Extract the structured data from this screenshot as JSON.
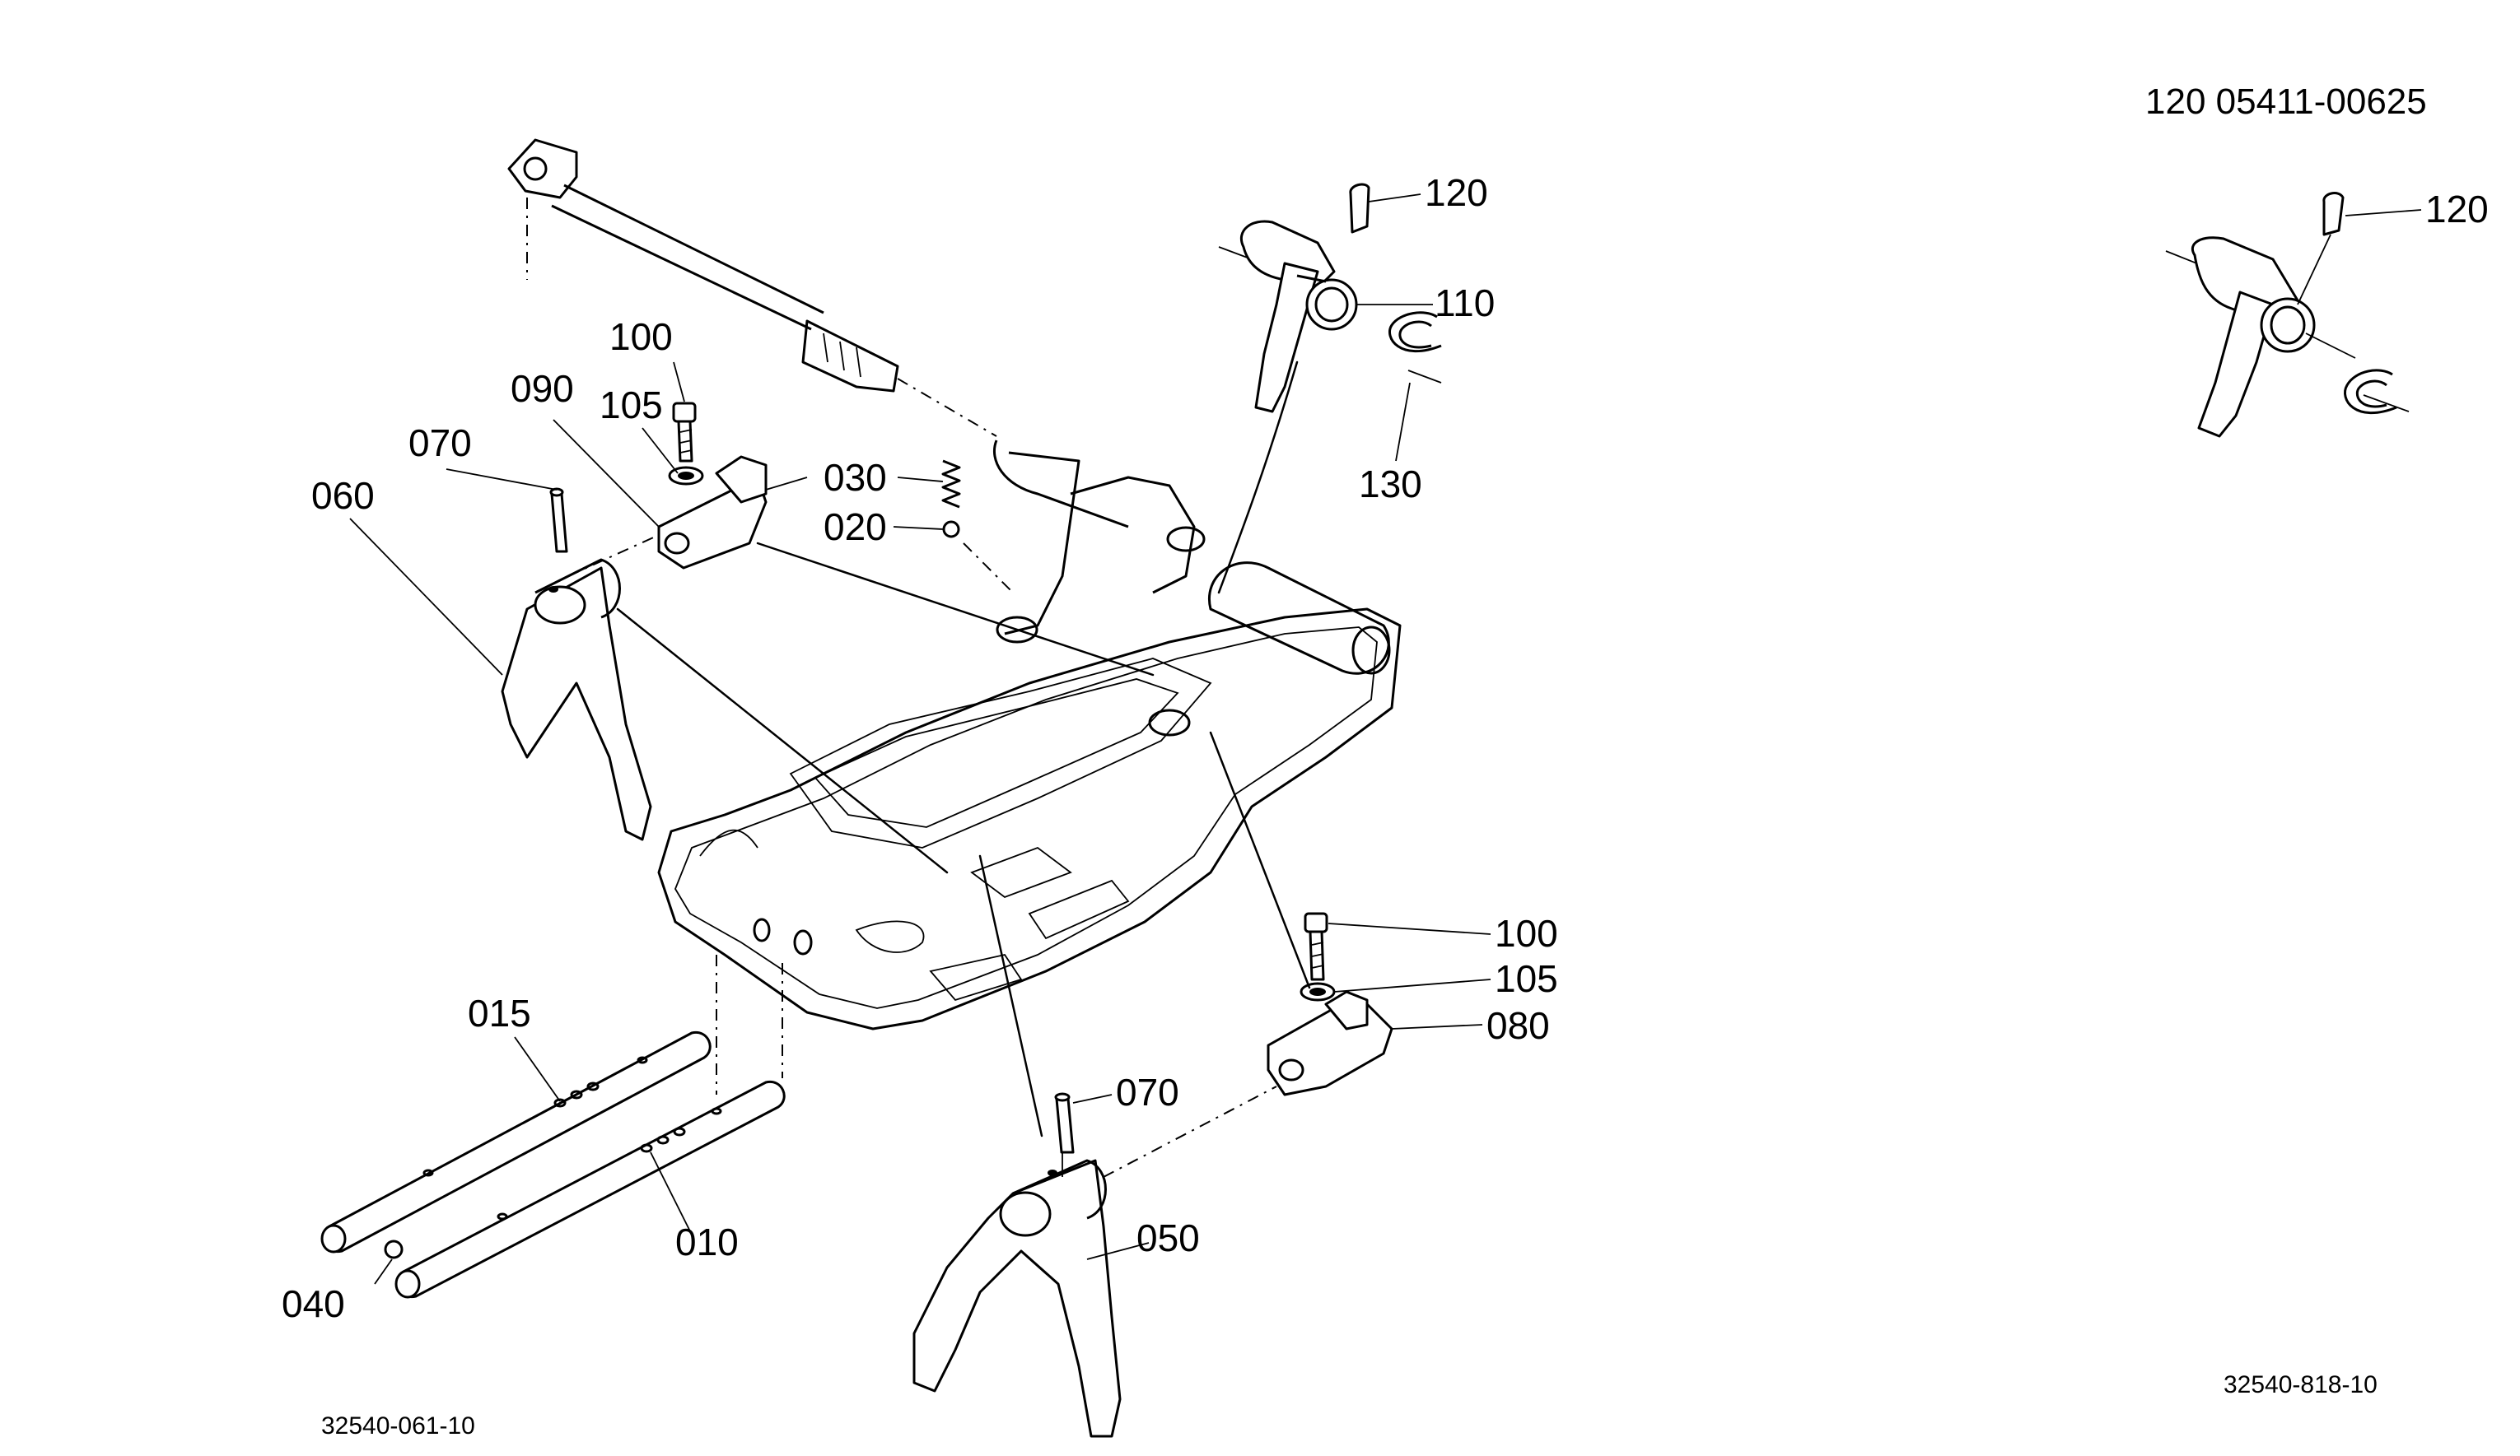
{
  "header": {
    "part_reference": "120  05411-00625"
  },
  "labels": {
    "l120a": "120",
    "l110": "110",
    "l130": "130",
    "l100a": "100",
    "l090": "090",
    "l105a": "105",
    "l070a": "070",
    "l060": "060",
    "l030": "030",
    "l020": "020",
    "l100b": "100",
    "l105b": "105",
    "l080": "080",
    "l015": "015",
    "l070b": "070",
    "l050": "050",
    "l010": "010",
    "l040": "040",
    "l120b": "120"
  },
  "footer": {
    "drawing_left": "32540-061-10",
    "drawing_right": "32540-818-10"
  }
}
